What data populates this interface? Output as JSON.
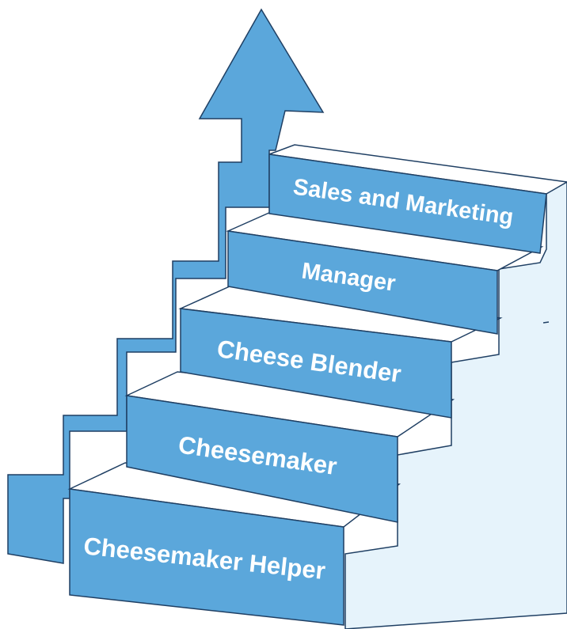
{
  "colors": {
    "arrow": "#5ba7db",
    "step_face": "#5ba7db",
    "step_outline": "#1f3f63",
    "step_tread": "#ffffff",
    "side_wall": "#e6f3fb",
    "label_text": "#ffffff"
  },
  "steps": [
    {
      "label": "Cheesemaker Helper",
      "level": 1
    },
    {
      "label": "Cheesemaker",
      "level": 2
    },
    {
      "label": "Cheese Blender",
      "level": 3
    },
    {
      "label": "Manager",
      "level": 4
    },
    {
      "label": "Sales and Marketing",
      "level": 5
    }
  ],
  "arrow": {
    "direction": "up"
  }
}
